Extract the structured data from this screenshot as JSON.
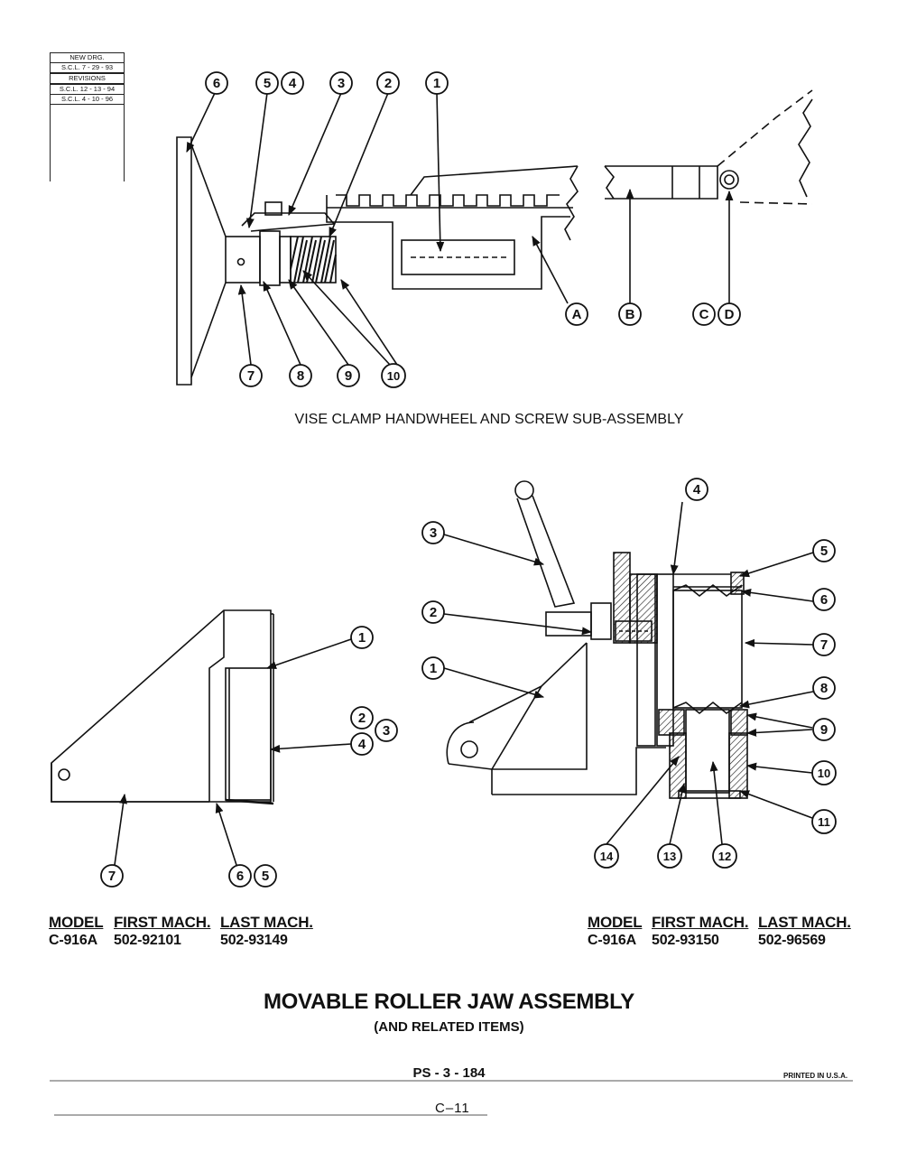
{
  "revision_block": {
    "new_drg_label": "NEW DRG.",
    "new_drg_date": "S.C.L. 7 - 29 - 93",
    "revisions_label": "REVISIONS",
    "revision_1": "S.C.L. 12 - 13 - 94",
    "revision_2": "S.C.L. 4 - 10 - 96"
  },
  "top_figure": {
    "caption": "VISE CLAMP HANDWHEEL AND SCREW SUB-ASSEMBLY",
    "callouts_top": [
      "6",
      "5",
      "4",
      "3",
      "2",
      "1"
    ],
    "callouts_bottom": [
      "7",
      "8",
      "9",
      "10"
    ],
    "callouts_letters": [
      "A",
      "B",
      "C",
      "D"
    ]
  },
  "left_figure": {
    "callouts": [
      "1",
      "2",
      "3",
      "4",
      "7",
      "6",
      "5"
    ],
    "model_table": {
      "headers": [
        "MODEL",
        "FIRST MACH.",
        "LAST MACH."
      ],
      "row": [
        "C-916A",
        "502-92101",
        "502-93149"
      ]
    }
  },
  "right_figure": {
    "callouts": [
      "4",
      "3",
      "2",
      "1",
      "5",
      "6",
      "7",
      "8",
      "9",
      "10",
      "11",
      "14",
      "13",
      "12"
    ],
    "model_table": {
      "headers": [
        "MODEL",
        "FIRST MACH.",
        "LAST MACH."
      ],
      "row": [
        "C-916A",
        "502-93150",
        "502-96569"
      ]
    }
  },
  "title": "MOVABLE ROLLER JAW ASSEMBLY",
  "subtitle": "(AND RELATED ITEMS)",
  "page_code": "PS - 3 - 184",
  "printed": "PRINTED IN U.S.A.",
  "page_number": "C–11"
}
